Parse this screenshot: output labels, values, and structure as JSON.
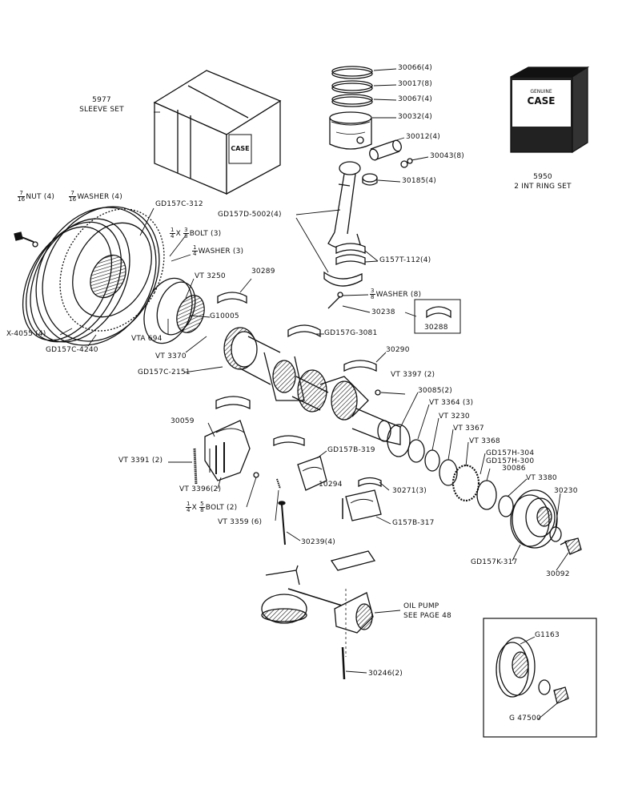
{
  "parts": {
    "sleeve_set": {
      "num": "5977",
      "desc": "SLEEVE SET"
    },
    "ring_set": {
      "num": "5950",
      "desc": "2 INT RING SET"
    },
    "ring_30066": "30066(4)",
    "ring_30017": "30017(8)",
    "ring_30067": "30067(4)",
    "piston_30032": "30032(4)",
    "pin_30012": "30012(4)",
    "clip_30043": "30043(8)",
    "bushing_30185": "30185(4)",
    "rod_gd157d": "GD157D-5002(4)",
    "bearing_g157t": "G157T-112(4)",
    "washer_8": {
      "frac_n": "3",
      "frac_d": "8",
      "text": "WASHER (8)"
    },
    "bolt_30238": "30238",
    "bearing_30288": "30288",
    "nut": {
      "frac_n": "7",
      "frac_d": "16",
      "text": "NUT (4)"
    },
    "washer_4": {
      "frac_n": "7",
      "frac_d": "16",
      "text": "WASHER (4)"
    },
    "flywheel_gd157c_312": "GD157C-312",
    "bolt_3": {
      "a_n": "1",
      "a_d": "4",
      "mid": "X",
      "b_n": "3",
      "b_d": "8",
      "text": "BOLT (3)"
    },
    "washer_3": {
      "frac_n": "1",
      "frac_d": "4",
      "text": "WASHER (3)"
    },
    "vt3250": "VT 3250",
    "b30289": "30289",
    "g10005": "G10005",
    "x4055": "X-4055 (4)",
    "gd157c_4240": "GD157C-4240",
    "vta694": "VTA 694",
    "vt3370": "VT 3370",
    "gd157g_3081": "GD157G-3081",
    "b30290": "30290",
    "vt3397": "VT 3397 (2)",
    "gd157c_2151": "GD157C-2151",
    "b30085": "30085(2)",
    "vt3364": "VT 3364 (3)",
    "vt3230": "VT 3230",
    "vt3367": "VT 3367",
    "vt3368": "VT 3368",
    "gd157h_304": "GD157H-304",
    "gd157h_300": "GD157H-300",
    "b30086": "30086",
    "vt3380": "VT 3380",
    "b30230": "30230",
    "b30059": "30059",
    "gd157b_319": "GD157B-319",
    "vt3391": "VT 3391 (2)",
    "vt3396": "VT 3396(2)",
    "b10294": "10294",
    "b30271": "30271(3)",
    "bolt_2": {
      "a_n": "1",
      "a_d": "4",
      "mid": "X",
      "b_n": "5",
      "b_d": "8",
      "text": "BOLT (2)"
    },
    "vt3359": "VT 3359 (6)",
    "g157b_317": "G157B-317",
    "gd157k_317": "GD157K-317",
    "b30092": "30092",
    "b30239": "30239(4)",
    "oil_pump": {
      "line1": "OIL  PUMP",
      "line2": "SEE  PAGE 48"
    },
    "b30246": "30246(2)",
    "g1163": "G1163",
    "g47500": "G 47500"
  },
  "box_logo": {
    "brand": "CASE",
    "sub": "GENUINE"
  }
}
